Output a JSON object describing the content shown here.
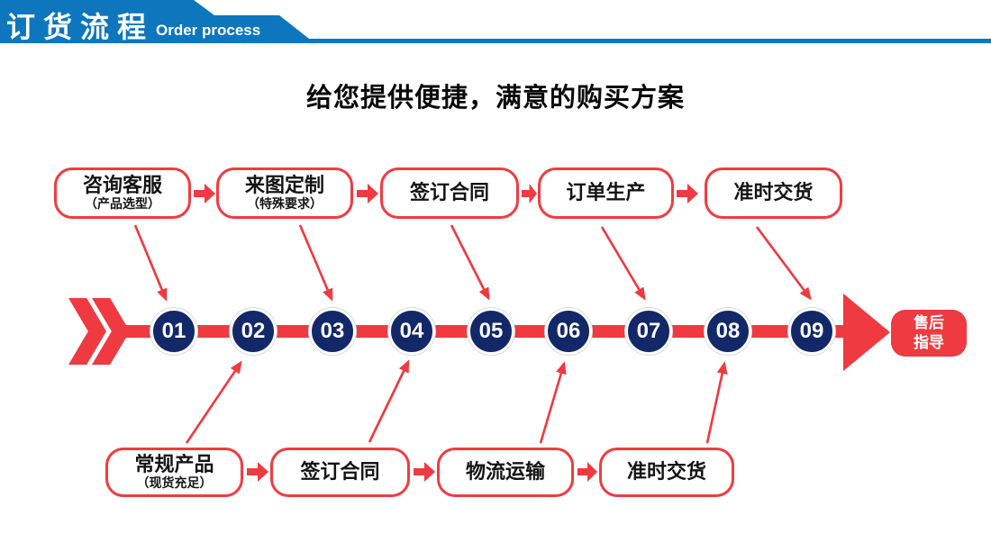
{
  "header": {
    "title_cn": "订货流程",
    "title_en": "Order process"
  },
  "main_title": "给您提供便捷，满意的购买方案",
  "top_row": [
    {
      "title": "咨询客服",
      "subtitle": "（产品选型）"
    },
    {
      "title": "来图定制",
      "subtitle": "（特殊要求）"
    },
    {
      "title": "签订合同",
      "subtitle": ""
    },
    {
      "title": "订单生产",
      "subtitle": ""
    },
    {
      "title": "准时交货",
      "subtitle": ""
    }
  ],
  "bottom_row": [
    {
      "title": "常规产品",
      "subtitle": "（现货充足）"
    },
    {
      "title": "签订合同",
      "subtitle": ""
    },
    {
      "title": "物流运输",
      "subtitle": ""
    },
    {
      "title": "准时交货",
      "subtitle": ""
    }
  ],
  "timeline": {
    "steps": [
      "01",
      "02",
      "03",
      "04",
      "05",
      "06",
      "07",
      "08",
      "09"
    ]
  },
  "end_badge": {
    "line1": "售后",
    "line2": "指导"
  },
  "colors": {
    "banner_blue": "#0d76bd",
    "accent_red": "#ee3a40",
    "step_navy": "#132868"
  }
}
